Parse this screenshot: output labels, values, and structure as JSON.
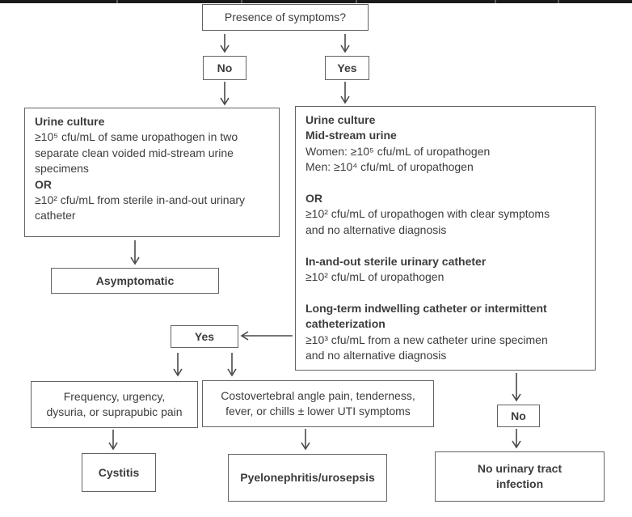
{
  "colors": {
    "background": "#ffffff",
    "box_border": "#636363",
    "text": "#3c3c3c",
    "arrow": "#4a4a4a",
    "top_bar": "#1b1b1b"
  },
  "flow": {
    "presence_label": "Presence of symptoms?",
    "branch_no_label": "No",
    "branch_yes_label": "Yes",
    "asymptomatic_criteria_lines": [
      {
        "text": "Urine culture",
        "bold": true
      },
      {
        "text": "≥10⁵ cfu/mL of same uropathogen in two"
      },
      {
        "text": "separate clean voided mid-stream urine"
      },
      {
        "text": "specimens"
      },
      {
        "text": "OR",
        "bold": true
      },
      {
        "text": "≥10² cfu/mL from sterile in-and-out urinary"
      },
      {
        "text": "catheter"
      }
    ],
    "symptomatic_criteria_lines": [
      {
        "text": "Urine culture",
        "bold": true
      },
      {
        "text": "Mid-stream urine",
        "bold": true
      },
      {
        "text": "Women: ≥10⁵ cfu/mL of uropathogen"
      },
      {
        "text": "Men: ≥10⁴ cfu/mL of uropathogen"
      },
      {
        "text": ""
      },
      {
        "text": "OR",
        "bold": true
      },
      {
        "text": "≥10² cfu/mL of uropathogen with clear symptoms"
      },
      {
        "text": "and no alternative diagnosis"
      },
      {
        "text": ""
      },
      {
        "text": "In-and-out sterile urinary catheter",
        "bold": true
      },
      {
        "text": "≥10² cfu/mL of uropathogen"
      },
      {
        "text": ""
      },
      {
        "text": "Long-term indwelling catheter or intermittent",
        "bold": true
      },
      {
        "text": "catheterization",
        "bold": true
      },
      {
        "text": "≥10³ cfu/mL from a new catheter urine specimen"
      },
      {
        "text": "and no alternative diagnosis"
      }
    ],
    "asymptomatic_label": "Asymptomatic",
    "symptoms_confirmed_yes_label": "Yes",
    "symptoms_confirmed_no_label": "No",
    "lower_uti_symptoms_text": "Frequency, urgency,\ndysuria, or suprapubic pain",
    "upper_uti_symptoms_text": "Costovertebral angle pain, tenderness,\nfever, or chills ± lower UTI symptoms",
    "cystitis_label": "Cystitis",
    "pyelonephritis_label": "Pyelonephritis/urosepsis",
    "no_uti_label": "No urinary tract\ninfection"
  }
}
